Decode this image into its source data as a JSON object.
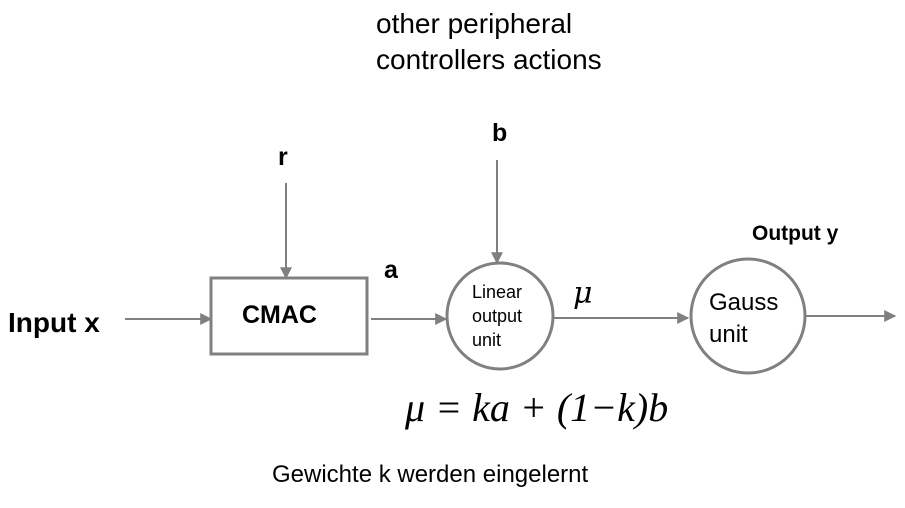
{
  "labels": {
    "peripheral_line1": "other peripheral",
    "peripheral_line2": "controllers actions",
    "r": "r",
    "b": "b",
    "a": "a",
    "output_y": "Output y",
    "input_x": "Input x",
    "cmac": "CMAC",
    "linear_line1": "Linear",
    "linear_line2": "output",
    "linear_line3": "unit",
    "gauss_line1": "Gauss",
    "gauss_line2": "unit",
    "mu": "μ",
    "formula": "μ = ka + (1−k)b",
    "footer": "Gewichte k werden eingelernt"
  },
  "colors": {
    "stroke": "#808080",
    "text": "#000000",
    "background": "#ffffff"
  }
}
